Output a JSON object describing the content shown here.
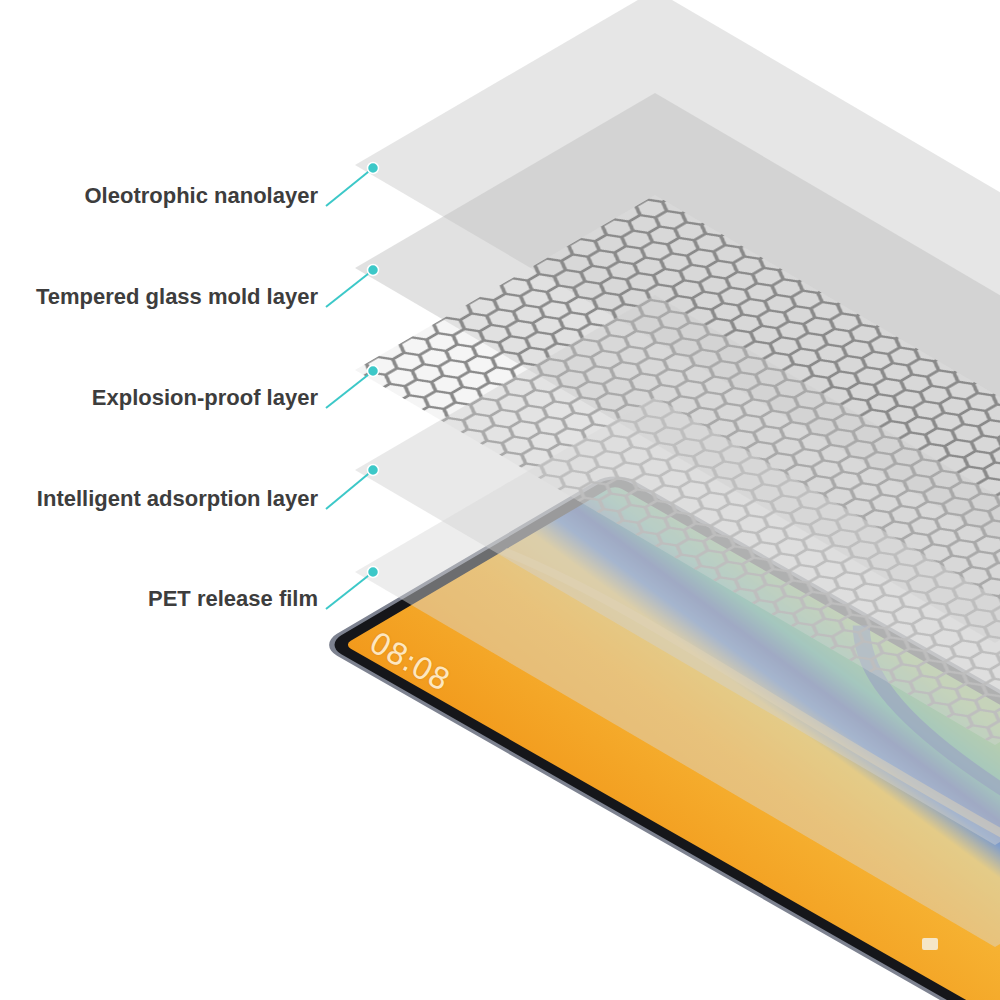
{
  "diagram": {
    "labels": [
      "Oleotrophic nanolayer",
      "Tempered glass mold layer",
      "Explosion-proof layer",
      "Intelligent adsorption layer",
      "PET release film",
      "08:08"
    ]
  }
}
